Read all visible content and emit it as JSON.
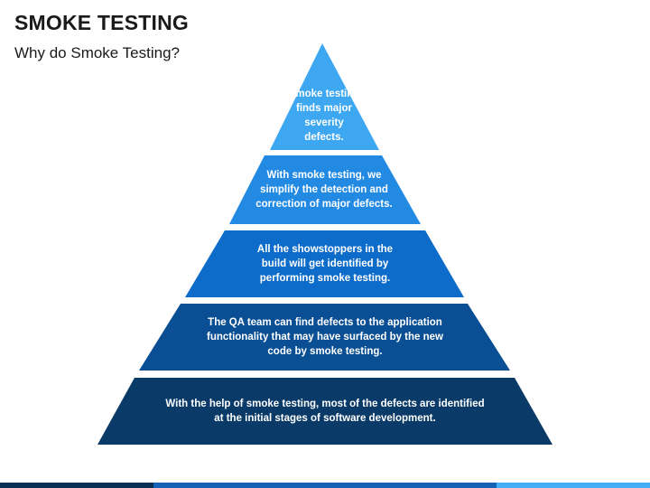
{
  "header": {
    "title": "SMOKE TESTING",
    "subtitle": "Why do Smoke Testing?"
  },
  "tiers": [
    {
      "text": "Smoke testing finds major severity defects.",
      "color": "#3ea7f2"
    },
    {
      "text": "With smoke testing, we simplify the detection and correction of major defects.",
      "color": "#238ae4"
    },
    {
      "text": "All the showstoppers in the build will get identified by performing smoke testing.",
      "color": "#0d6cc9"
    },
    {
      "text": "The QA team can find defects to the application functionality that may have surfaced by the new code by smoke testing.",
      "color": "#0a4f93"
    },
    {
      "text": "With the help of smoke testing, most of the defects are identified at the initial stages of software development.",
      "color": "#093a68"
    }
  ],
  "footer_colors": [
    "#0b2f54",
    "#1562b7",
    "#43aef5"
  ]
}
